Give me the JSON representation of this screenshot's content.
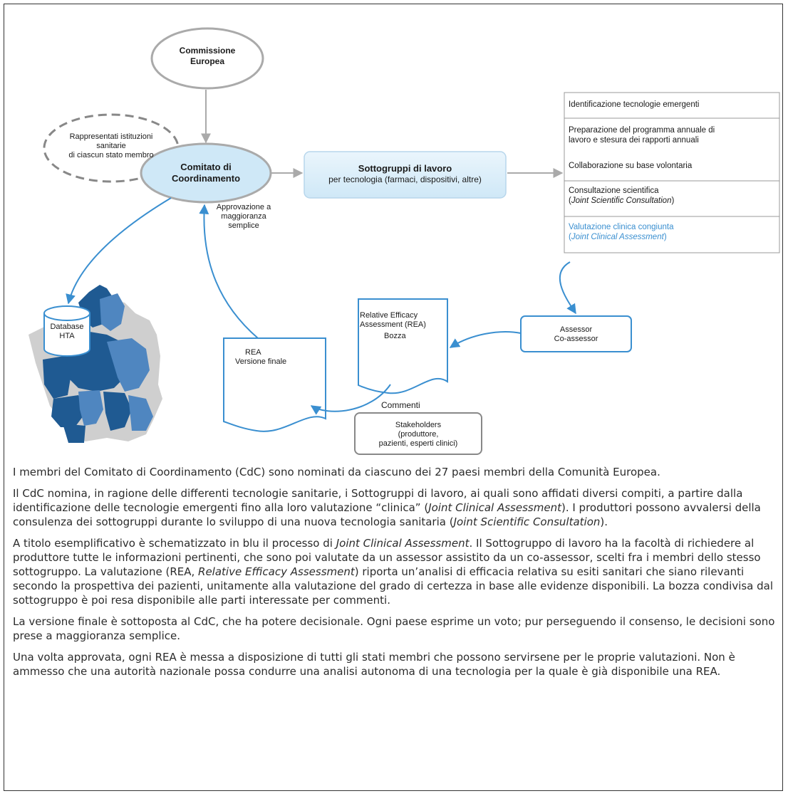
{
  "diagram": {
    "commissione": "Commissione Europea",
    "rappresentanti_line1": "Rappresentati istituzioni",
    "rappresentanti_line2": "sanitarie",
    "rappresentanti_line3": "di ciascun stato membro",
    "comitato_line1": "Comitato di",
    "comitato_line2": "Coordinamento",
    "sottogruppi_title": "Sottogruppi di lavoro",
    "sottogruppi_sub": "per tecnologia (farmaci, dispositivi, altre)",
    "approvazione_line1": "Approvazione a",
    "approvazione_line2": "maggioranza",
    "approvazione_line3": "semplice",
    "tasks": {
      "t1": "Identificazione tecnologie emergenti",
      "t2a": "Preparazione del programma annuale di",
      "t2b": "lavoro e stesura dei rapporti annuali",
      "t3": "Collaborazione su base volontaria",
      "t4a": "Consultazione scientifica",
      "t4b": "Joint Scientific Consultation",
      "t5a": "Valutazione clinica congiunta",
      "t5b": "Joint Clinical Assessment"
    },
    "assessor_line1": "Assessor",
    "assessor_line2": "Co-assessor",
    "rea_draft_line1": "Relative Efficacy",
    "rea_draft_line2": "Assessment (REA)",
    "rea_draft_line3": "Bozza",
    "rea_final_line1": "REA",
    "rea_final_line2": "Versione finale",
    "commenti": "Commenti",
    "stakeholders_line1": "Stakeholders",
    "stakeholders_line2": "(produttore,",
    "stakeholders_line3": "pazienti, esperti clinici)",
    "database_line1": "Database",
    "database_line2": "HTA"
  },
  "colors": {
    "blue": "#3a8fd0",
    "light_blue_fill": "#cfe8f7",
    "gray_arrow": "#aaaaaa",
    "map_dark": "#1f5a92",
    "map_mid": "#4f86c0",
    "map_light": "#cfcfcf"
  },
  "body": {
    "p1": "I membri del Comitato di Coordinamento (CdC) sono nominati da ciascuno dei 27 paesi membri della Comunità Europea.",
    "p2_a": "Il CdC nomina, in ragione delle differenti tecnologie sanitarie, i Sottogruppi di lavoro, ai quali sono affidati diversi compiti, a partire dalla identificazione delle tecnologie emergenti fino alla loro valutazione “clinica” (",
    "p2_i1": "Joint Clinical Assessment",
    "p2_b": "). I produttori possono avvalersi della consulenza dei sottogruppi durante lo sviluppo di una nuova tecnologia sanitaria (",
    "p2_i2": "Joint Scientific Consultation",
    "p2_c": ").",
    "p3_a": "A titolo esemplificativo è schematizzato in blu il processo di ",
    "p3_i1": "Joint Clinical Assessment",
    "p3_b": ". Il Sottogruppo di lavoro ha la facoltà di richiedere al produttore tutte le informazioni pertinenti, che sono poi valutate da un assessor assistito da un co-assessor, scelti fra i membri dello stesso sottogruppo. La valutazione (REA, ",
    "p3_i2": "Relative Efficacy Assessment",
    "p3_c": ") riporta un’analisi di efficacia relativa su esiti sanitari che siano rilevanti secondo la prospettiva dei pazienti, unitamente alla valutazione del grado di certezza in base alle evidenze disponibili. La bozza condivisa dal sottogruppo è poi resa disponibile alle parti interessate per commenti.",
    "p4": "La versione finale è sottoposta al CdC, che ha potere decisionale. Ogni paese esprime un voto; pur perseguendo il consenso, le decisioni sono prese a maggioranza semplice.",
    "p5": "Una volta approvata, ogni REA è messa a disposizione di tutti gli stati membri che possono servirsene per le proprie valutazioni. Non è ammesso che una autorità nazionale possa condurre una analisi autonoma di una tecnologia per la quale è già disponibile una REA."
  }
}
